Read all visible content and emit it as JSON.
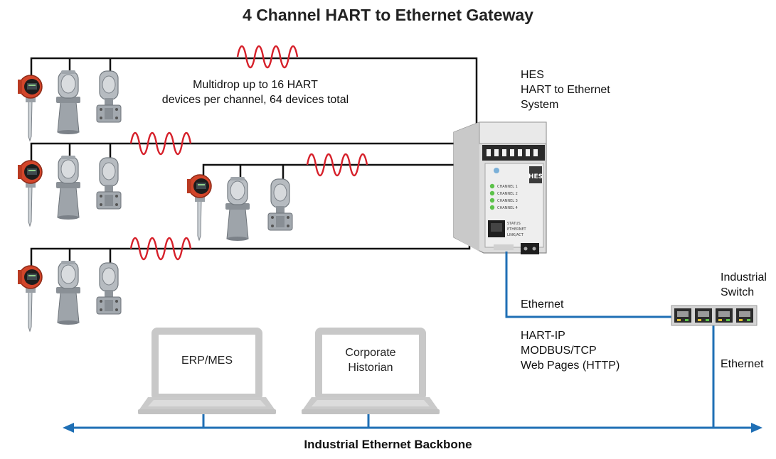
{
  "title": "4 Channel HART to Ethernet Gateway",
  "multidrop": {
    "line1": "Multidrop up to 16 HART",
    "line2": "devices per channel, 64 devices total"
  },
  "gateway": {
    "line1": "HES",
    "line2": "HART to Ethernet",
    "line3": "System",
    "module_badge": "HES",
    "channels": [
      "CHANNEL 1",
      "CHANNEL 2",
      "CHANNEL 3",
      "CHANNEL 4"
    ],
    "port_labels": [
      "STATUS",
      "ETHERNET",
      "LINK/ACT"
    ]
  },
  "switch": {
    "line1": "Industrial",
    "line2": "Switch"
  },
  "links": {
    "ethernet_gateway": "Ethernet",
    "ethernet_switch": "Ethernet"
  },
  "protocols": [
    "HART-IP",
    "MODBUS/TCP",
    "Web Pages (HTTP)"
  ],
  "laptops": [
    {
      "label": [
        "ERP/MES"
      ]
    },
    {
      "label": [
        "Corporate",
        "Historian"
      ]
    }
  ],
  "backbone": "Industrial Ethernet Backbone",
  "colors": {
    "hart_wire": "#111111",
    "hart_signal": "#d6202a",
    "ethernet": "#1f6fb5",
    "laptop": "#c8c8c8",
    "gateway_body": "#e4e4e4",
    "led": "#5cc24a"
  },
  "icons": {
    "field_devices": [
      "indicator-transmitter-icon",
      "radar-level-transmitter-icon",
      "pressure-transmitter-icon"
    ],
    "gateway": "din-rail-gateway-icon",
    "switch": "ethernet-switch-icon",
    "laptop": "laptop-icon"
  }
}
